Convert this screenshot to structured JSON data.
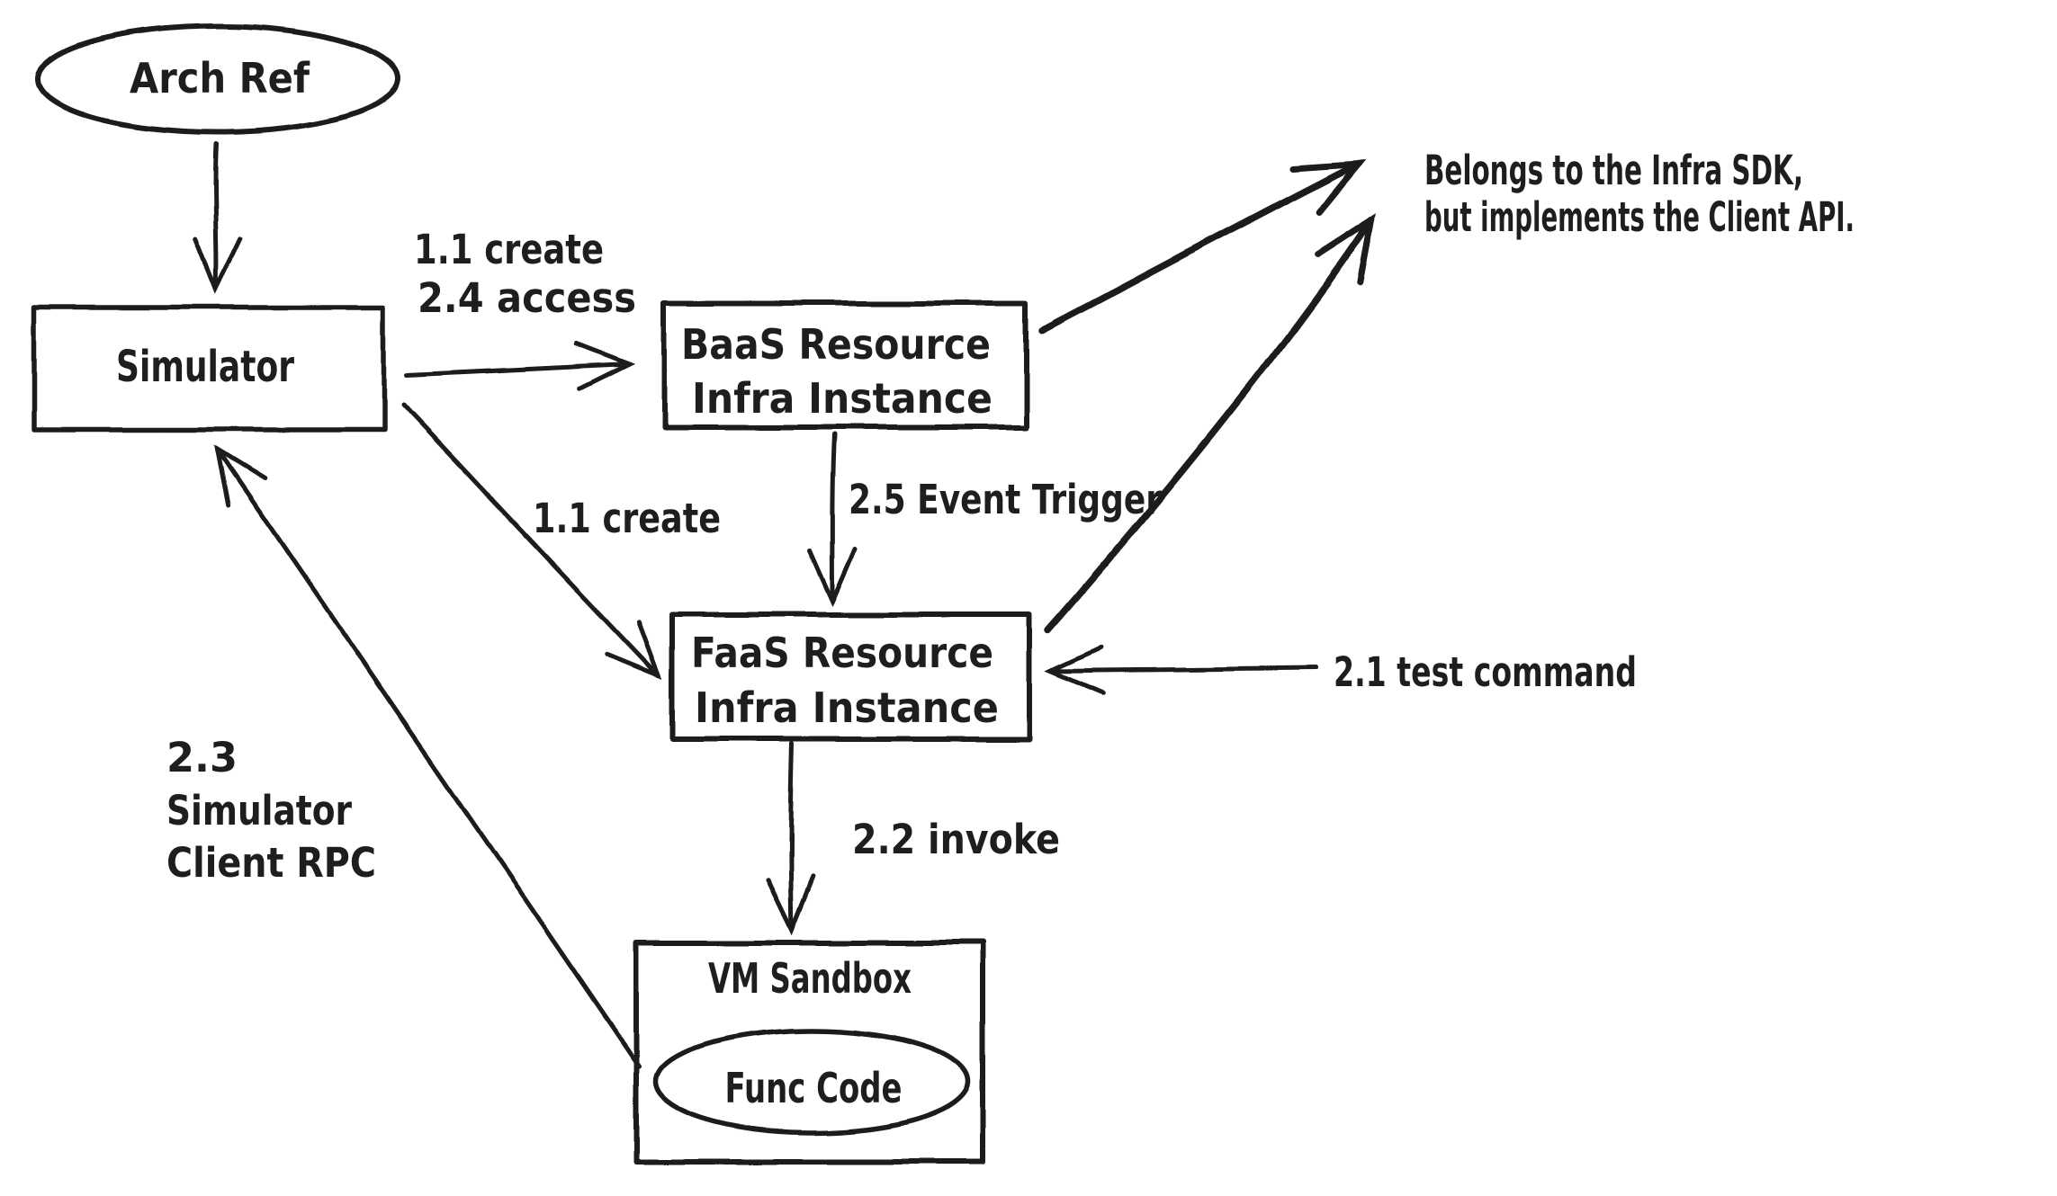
{
  "canvas": {
    "background": "#ffffff",
    "ink": "#1e1e1e"
  },
  "nodes": {
    "arch_ref": {
      "label": "Arch Ref"
    },
    "simulator": {
      "label": "Simulator"
    },
    "baas_instance": {
      "line1": "BaaS Resource",
      "line2": "Infra Instance"
    },
    "faas_instance": {
      "line1": "FaaS Resource",
      "line2": "Infra Instance"
    },
    "vm_sandbox": {
      "label": "VM Sandbox"
    },
    "func_code": {
      "label": "Func Code"
    }
  },
  "edge_labels": {
    "simulator_to_baas": {
      "line1": "1.1 create",
      "line2": "2.4 access"
    },
    "simulator_to_faas": "1.1 create",
    "baas_to_faas": "2.5 Event Trigger",
    "test_command_to_faas": "2.1 test command",
    "faas_to_vm": "2.2 invoke",
    "vm_to_simulator": {
      "line1": "2.3",
      "line2": "Simulator",
      "line3": "Client RPC"
    }
  },
  "annotation": {
    "line1": "Belongs to the Infra SDK,",
    "line2": "but implements the Client API."
  }
}
